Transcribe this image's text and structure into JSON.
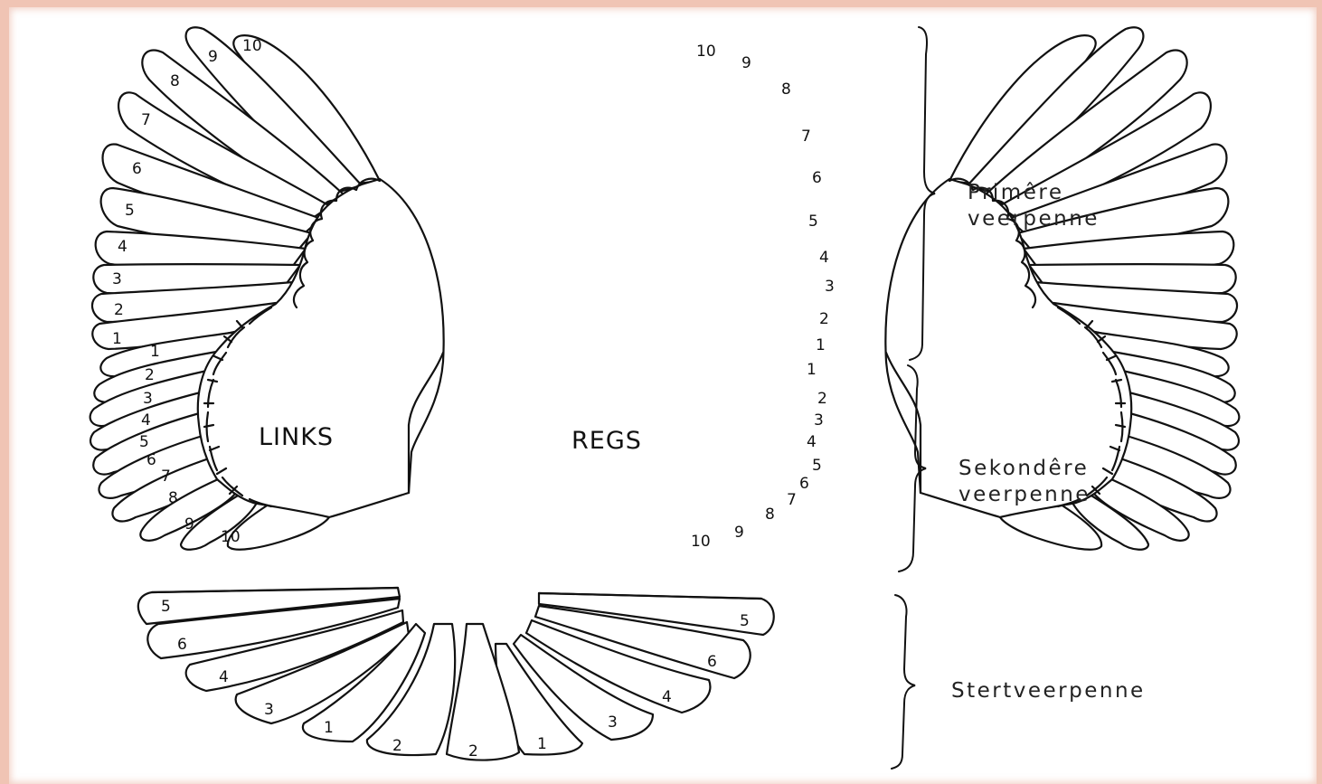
{
  "colors": {
    "frame": "#f0c4b4",
    "ink": "#111111",
    "paper": "#ffffff"
  },
  "labels": {
    "left_wing": "LINKS",
    "right_wing": "REGS"
  },
  "groups": {
    "primary_line1": "Primêre",
    "primary_line2": "veerpenne",
    "secondary_line1": "Sekondêre",
    "secondary_line2": "veerpenne",
    "tail": "Stertveerpenne"
  },
  "primary_numbers": [
    "1",
    "2",
    "3",
    "4",
    "5",
    "6",
    "7",
    "8",
    "9",
    "10"
  ],
  "secondary_numbers": [
    "1",
    "2",
    "3",
    "4",
    "5",
    "6",
    "7",
    "8",
    "9",
    "10"
  ],
  "tail_numbers": [
    "1",
    "2",
    "3",
    "4",
    "5",
    "6"
  ]
}
